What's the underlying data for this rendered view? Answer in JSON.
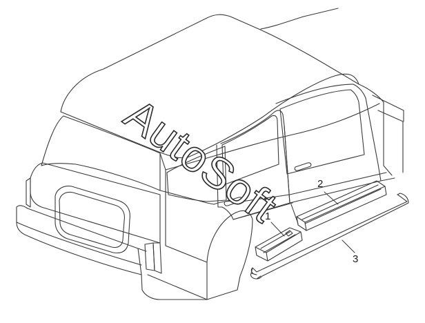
{
  "diagram": {
    "parts": [
      {
        "number": "1"
      },
      {
        "number": "2"
      },
      {
        "number": "3"
      }
    ],
    "watermark": "AutoSoft",
    "line_color": "#3a3a3a",
    "watermark_color": "#2a2a2a"
  }
}
